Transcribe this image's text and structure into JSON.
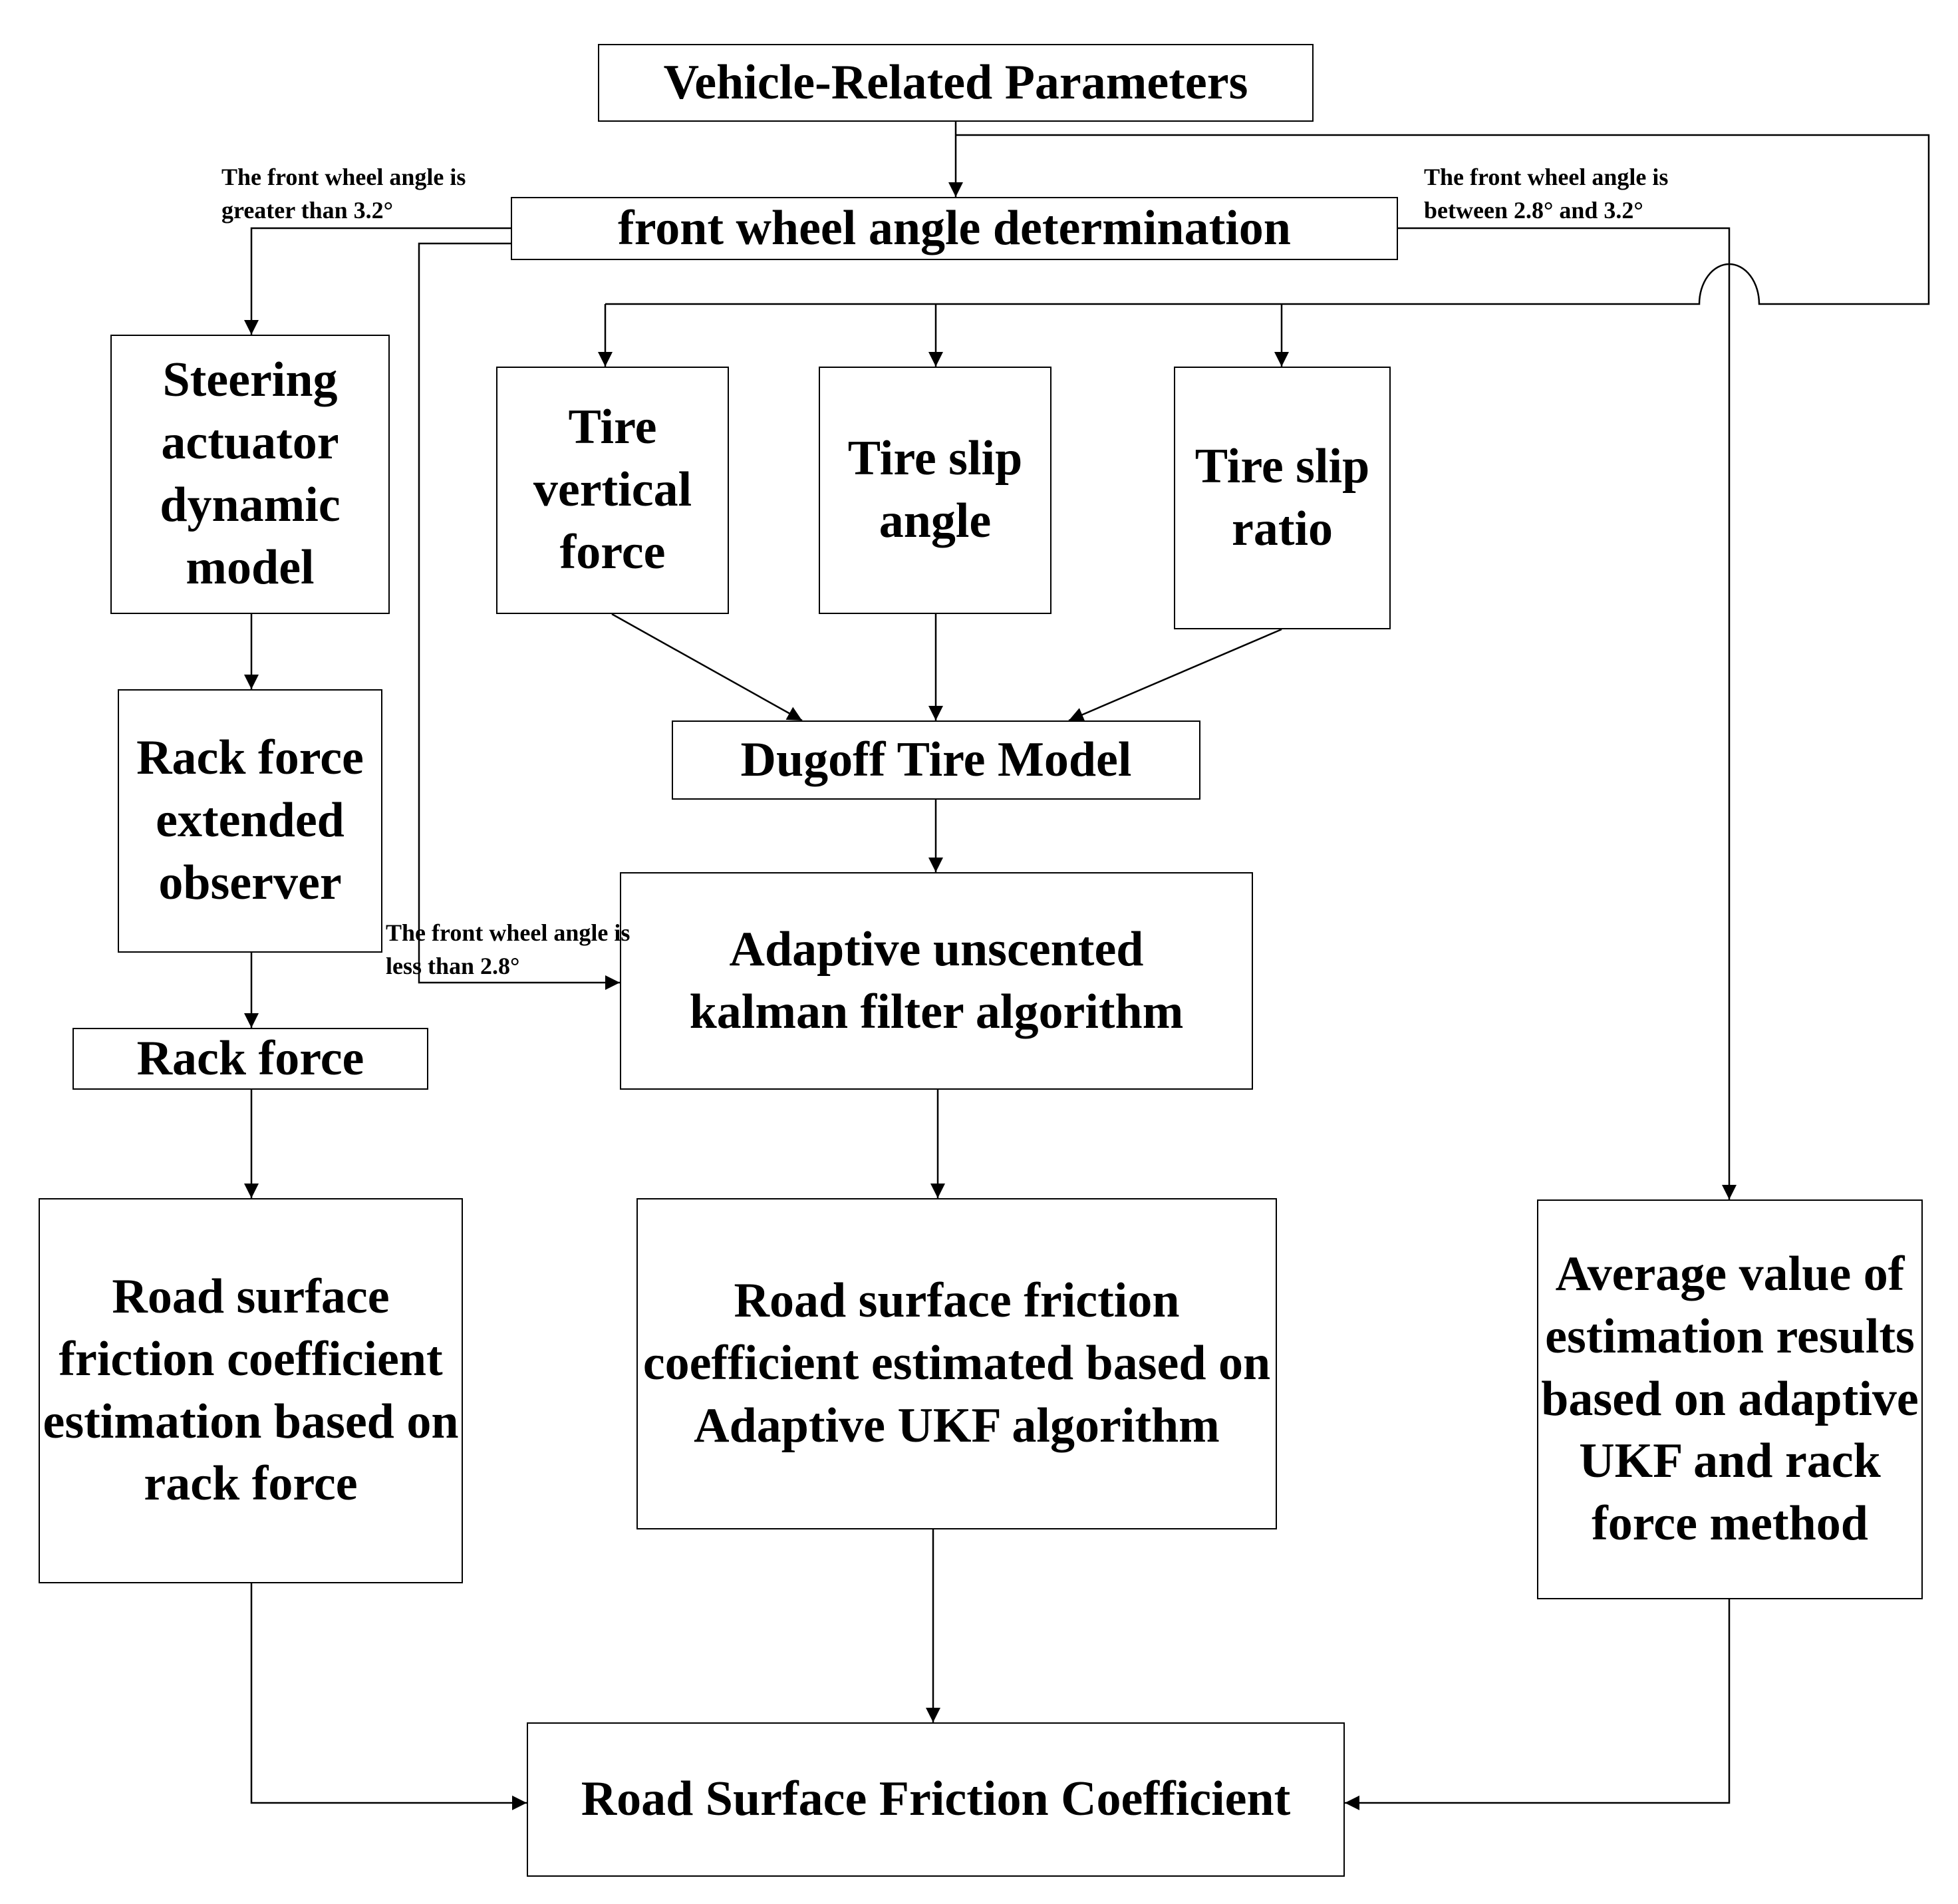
{
  "nodes": {
    "vehicle_params": "Vehicle-Related Parameters",
    "angle_determination": "front wheel angle determination",
    "steering_model": "Steering actuator dynamic model",
    "rack_observer": "Rack force extended observer",
    "rack_force": "Rack force",
    "rack_estimation": "Road surface friction coefficient estimation based on rack force",
    "tire_vertical_force": "Tire vertical force",
    "tire_slip_angle": "Tire slip angle",
    "tire_slip_ratio": "Tire slip ratio",
    "dugoff": "Dugoff Tire Model",
    "aukf": "Adaptive unscented kalman filter algorithm",
    "ukf_estimation": "Road surface friction coefficient estimated based on Adaptive UKF algorithm",
    "average": "Average value of estimation results based on adaptive UKF and rack force method",
    "result": "Road Surface Friction Coefficient"
  },
  "labels": {
    "greater_line1": "The front wheel angle is",
    "greater_line2": "greater than 3.2°",
    "between_line1": "The front wheel angle is",
    "between_line2": "between 2.8° and 3.2°",
    "less_line1": "The front wheel angle is",
    "less_line2": "less than 2.8°"
  }
}
